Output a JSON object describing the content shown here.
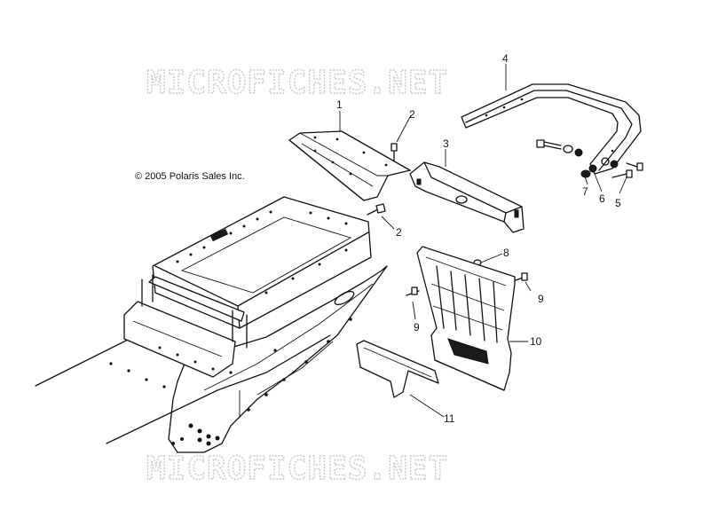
{
  "copyright": "© 2005 Polaris Sales Inc.",
  "watermark_top": "MICROFICHES.NET",
  "watermark_bottom": "MICROFICHES.NET",
  "callouts": {
    "c1": "1",
    "c2a": "2",
    "c2b": "2",
    "c3": "3",
    "c4": "4",
    "c5": "5",
    "c6": "6",
    "c7": "7",
    "c8": "8",
    "c9a": "9",
    "c9b": "9",
    "c10": "10",
    "c11": "11"
  }
}
